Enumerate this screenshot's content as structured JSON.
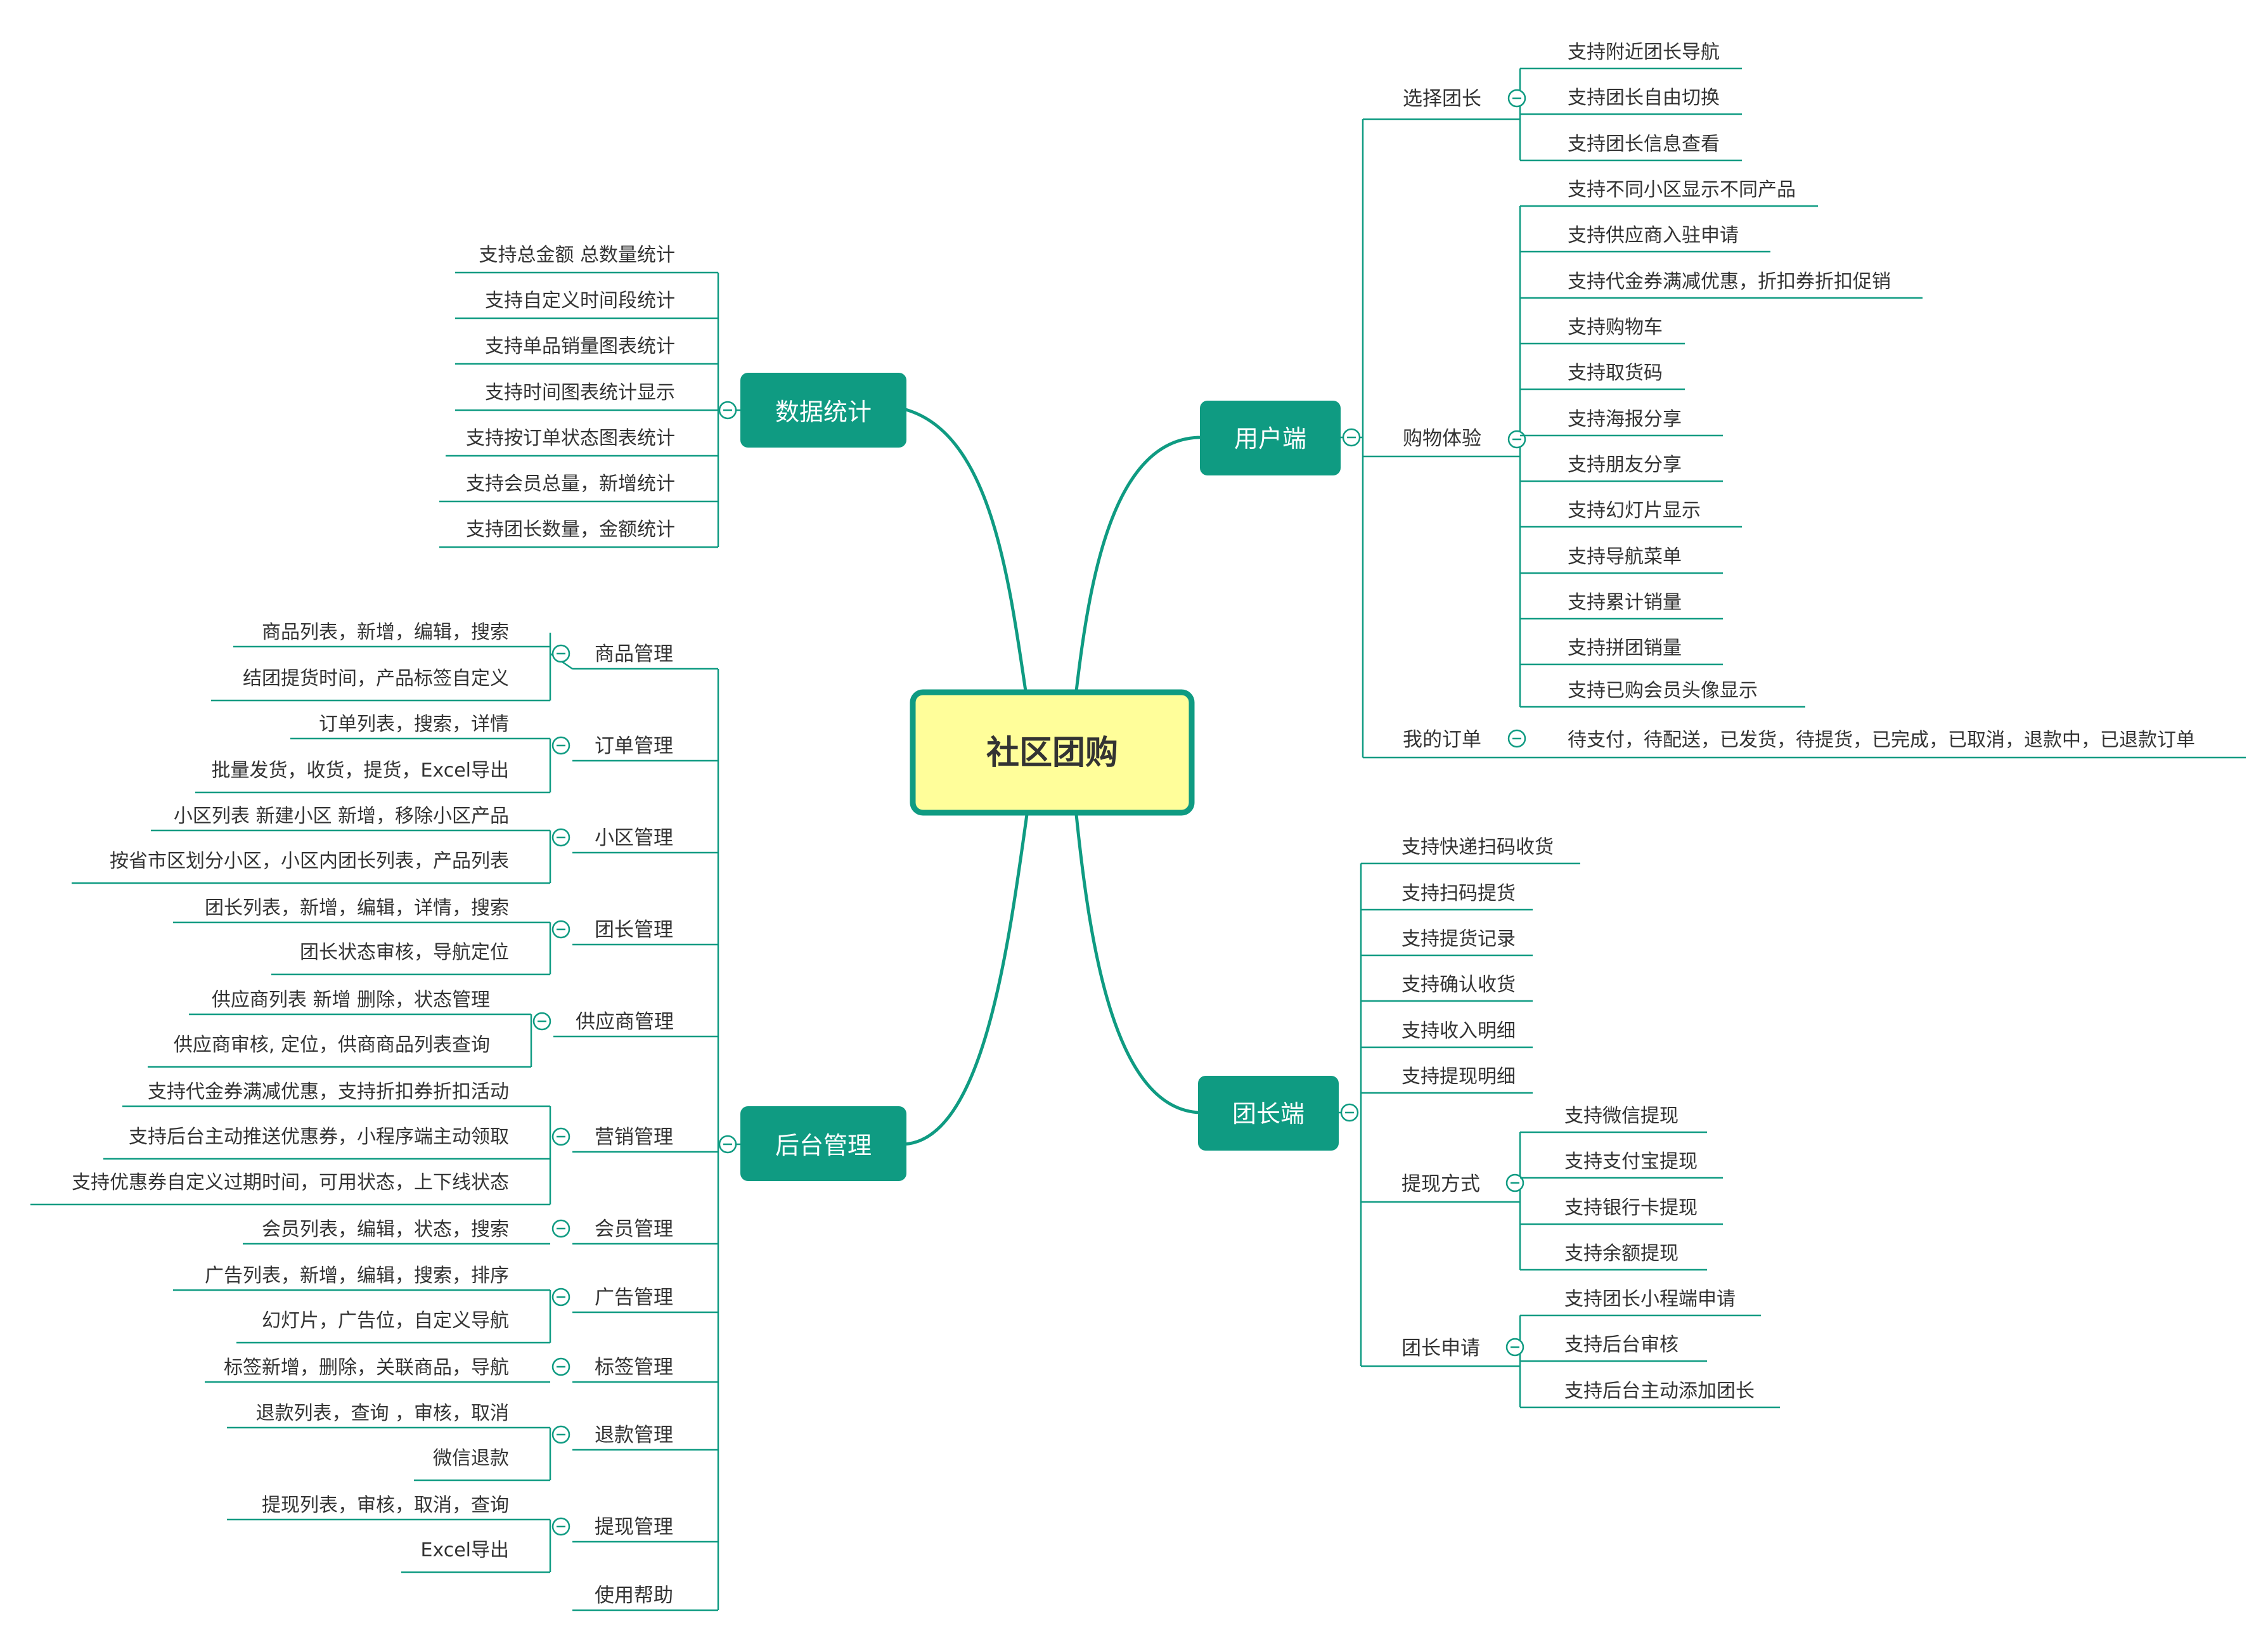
{
  "central": "社区团购",
  "colors": {
    "accent": "#0f9b82",
    "central_fill": "#fffe9a",
    "line": "#0f9b82"
  },
  "data_stats": {
    "title": "数据统计",
    "items": [
      "支持总金额 总数量统计",
      "支持自定义时间段统计",
      "支持单品销量图表统计",
      "支持时间图表统计显示",
      "支持按订单状态图表统计",
      "支持会员总量，新增统计",
      "支持团长数量，金额统计"
    ]
  },
  "backend": {
    "title": "后台管理",
    "groups": [
      {
        "label": "商品管理",
        "items": [
          "商品列表，新增，编辑，搜索",
          "结团提货时间，产品标签自定义"
        ]
      },
      {
        "label": "订单管理",
        "items": [
          "订单列表，搜索，详情",
          "批量发货，收货，提货，Excel导出"
        ]
      },
      {
        "label": "小区管理",
        "items": [
          "小区列表 新建小区 新增，移除小区产品",
          "按省市区划分小区，小区内团长列表，产品列表"
        ]
      },
      {
        "label": "团长管理",
        "items": [
          "团长列表，新增，编辑，详情，搜索",
          "团长状态审核，导航定位"
        ]
      },
      {
        "label": "供应商管理",
        "items": [
          "供应商列表 新增 删除，状态管理",
          "供应商审核, 定位，供商商品列表查询"
        ]
      },
      {
        "label": "营销管理",
        "items": [
          "支持代金券满减优惠，支持折扣券折扣活动",
          "支持后台主动推送优惠券，小程序端主动领取",
          "支持优惠券自定义过期时间，可用状态，上下线状态"
        ]
      },
      {
        "label": "会员管理",
        "items": [
          "会员列表，编辑，状态，搜索"
        ]
      },
      {
        "label": "广告管理",
        "items": [
          "广告列表，新增，编辑，搜索，排序",
          "幻灯片，广告位，自定义导航"
        ]
      },
      {
        "label": "标签管理",
        "items": [
          "标签新增，删除，关联商品，导航"
        ]
      },
      {
        "label": "退款管理",
        "items": [
          "退款列表，查询 ，审核，取消",
          "微信退款"
        ]
      },
      {
        "label": "提现管理",
        "items": [
          "提现列表，审核，取消，查询",
          "Excel导出"
        ]
      },
      {
        "label": "使用帮助",
        "items": []
      }
    ]
  },
  "user_end": {
    "title": "用户端",
    "groups": [
      {
        "label": "选择团长",
        "items": [
          "支持附近团长导航",
          "支持团长自由切换",
          "支持团长信息查看"
        ]
      },
      {
        "label": "购物体验",
        "items": [
          "支持不同小区显示不同产品",
          "支持供应商入驻申请",
          "支持代金券满减优惠，折扣券折扣促销",
          "支持购物车",
          "支持取货码",
          "支持海报分享",
          "支持朋友分享",
          "支持幻灯片显示",
          "支持导航菜单",
          "支持累计销量",
          "支持拼团销量",
          "支持已购会员头像显示"
        ]
      },
      {
        "label": "我的订单",
        "items": [
          "待支付，待配送，已发货，待提货，已完成，已取消，退款中，已退款订单"
        ]
      }
    ]
  },
  "leader_end": {
    "title": "团长端",
    "items": [
      "支持快递扫码收货",
      "支持扫码提货",
      "支持提货记录",
      "支持确认收货",
      "支持收入明细",
      "支持提现明细"
    ],
    "groups": [
      {
        "label": "提现方式",
        "items": [
          "支持微信提现",
          "支持支付宝提现",
          "支持银行卡提现",
          "支持余额提现"
        ]
      },
      {
        "label": "团长申请",
        "items": [
          "支持团长小程端申请",
          "支持后台审核",
          "支持后台主动添加团长"
        ]
      }
    ]
  }
}
